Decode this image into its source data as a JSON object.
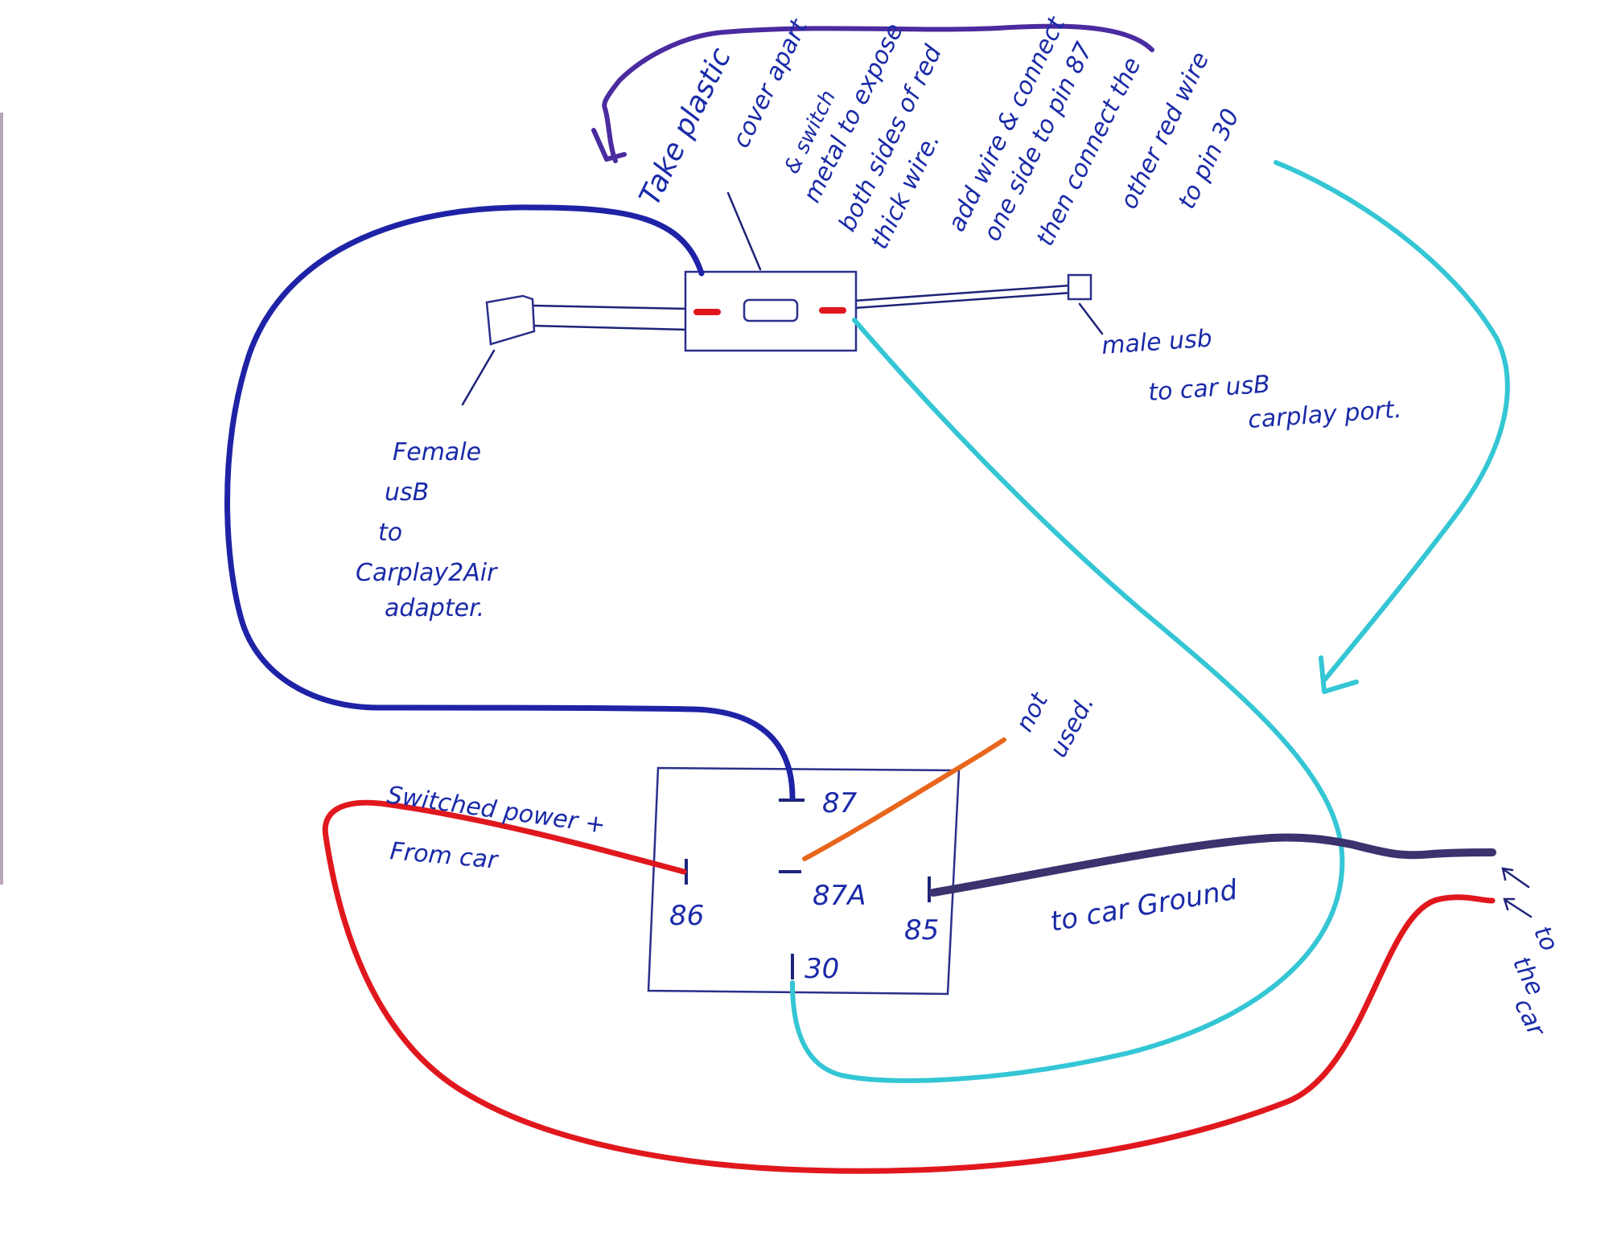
{
  "labels": {
    "instruction": {
      "line1": "Take plastic",
      "line2": "cover apart",
      "line3": "& switch",
      "line4": "metal to expose",
      "line5": "both sides of red",
      "line6": "thick wire.",
      "line7": "add wire & connect",
      "line8": "one side to pin 87",
      "line9": "then connect the",
      "line10": "other red wire",
      "line11": "to pin 30"
    },
    "female_usb": {
      "line1": "Female",
      "line2": "usB",
      "line3": "to",
      "line4": "Carplay2Air",
      "line5": "adapter."
    },
    "male_usb": {
      "line1": "male usb",
      "line2": "to car usB",
      "line3": "carplay port."
    },
    "not_used": {
      "line1": "not",
      "line2": "used."
    },
    "switched_power": {
      "line1": "Switched power +",
      "line2": "From car"
    },
    "car_ground": "to car Ground",
    "to_the_car": {
      "line1": "to",
      "line2": "the",
      "line3": "car"
    }
  },
  "relay_pins": {
    "p87": "87",
    "p87a": "87A",
    "p86": "86",
    "p85": "85",
    "p30": "30"
  },
  "colors": {
    "ink": "#1a2aa8",
    "blue_wire": "#1e23a6",
    "purple_arrow": "#4a2ba0",
    "red_wire": "#e0181e",
    "cyan_wire": "#34c6d4",
    "ground_wire": "#3a336e",
    "orange_wire": "#e8661c"
  }
}
